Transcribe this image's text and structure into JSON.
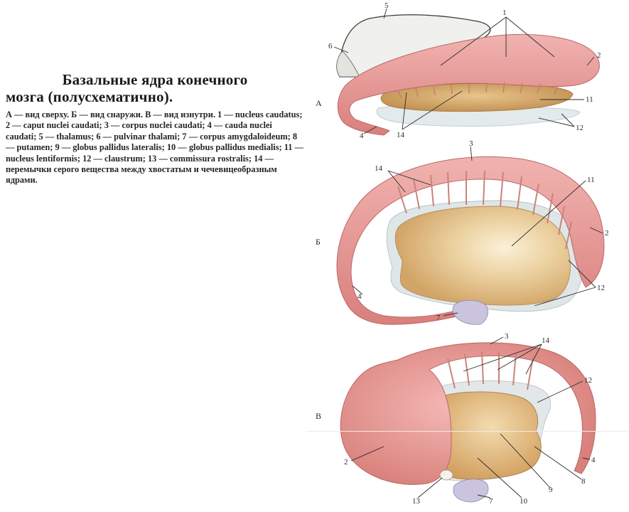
{
  "caption": {
    "title_line1": "Базальные ядра конечного",
    "title_line2": "мозга (полусхематично).",
    "body": "А — вид сверху. Б — вид снаружи. В — вид изнутри. 1 — nucleus caudatus; 2 — caput nuclei caudati; 3 — corpus nuclei caudati; 4 — cauda nuclei caudati; 5 — thalamus; 6 — pulvinar thalami; 7 — corpus amygdaloideum; 8 — putamen; 9 — globus pallidus lateralis; 10 — globus pallidus medialis; 11 — nucleus lentiformis; 12 — claustrum; 13 — commissura rostralis; 14 — перемычки серого вещества между хвостатым и чечевицеобразным ядрами."
  },
  "views": {
    "a": "А",
    "b": "Б",
    "c": "В"
  },
  "labels": {
    "n1": "1",
    "n2": "2",
    "n3": "3",
    "n4": "4",
    "n5": "5",
    "n6": "6",
    "n7": "7",
    "n8": "8",
    "n9": "9",
    "n10": "10",
    "n11": "11",
    "n12": "12",
    "n13": "13",
    "n14": "14"
  },
  "colors": {
    "caudate": "#e79c9c",
    "caudate_dark": "#c9706e",
    "lentiform": "#dcb47c",
    "lentiform_light": "#f2ddb6",
    "claustrum": "#dde4e6",
    "thalamus": "#eeeeea",
    "amygdala": "#c9c3dc"
  }
}
